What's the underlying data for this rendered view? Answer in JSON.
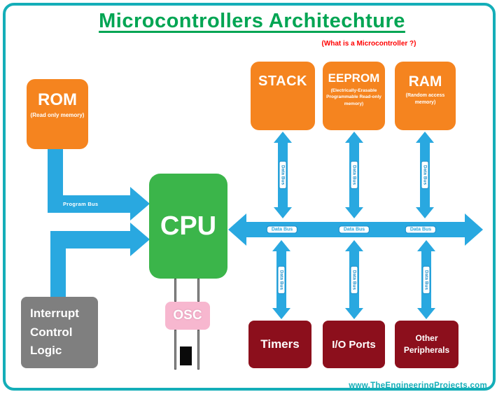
{
  "header": {
    "title": "Microcontrollers Architechture",
    "subtitle": "(What is a Microcontroller ?)"
  },
  "blocks": {
    "rom": {
      "label": "ROM",
      "sub": "(Read only memory)"
    },
    "stack": {
      "label": "STACK"
    },
    "eeprom": {
      "label": "EEPROM",
      "sub": "(Electrically-Erasable Programmable Read-only memory)"
    },
    "ram": {
      "label": "RAM",
      "sub": "(Random access memory)"
    },
    "cpu": {
      "label": "CPU"
    },
    "osc": {
      "label": "OSC"
    },
    "interrupt_control_logic": {
      "label": "Interrupt\nControl\nLogic"
    },
    "timers": {
      "label": "Timers"
    },
    "io_ports": {
      "label": "I/O Ports"
    },
    "other_peripherals": {
      "label": "Other\nPeripherals"
    }
  },
  "buses": {
    "program_bus": "Program Bus",
    "data_bus": "Data Bus"
  },
  "footer": {
    "watermark": "www.TheEngineeringProjects.com"
  },
  "colors": {
    "orange": "#F5841F",
    "green_block": "#3BB54A",
    "title_green": "#00A553",
    "blue": "#29A8E0",
    "maroon": "#8C0F1C",
    "pink": "#F7B7CF",
    "gray": "#7F7F7F",
    "teal_border": "#14AEB8",
    "subtitle_red": "#FF0000"
  }
}
